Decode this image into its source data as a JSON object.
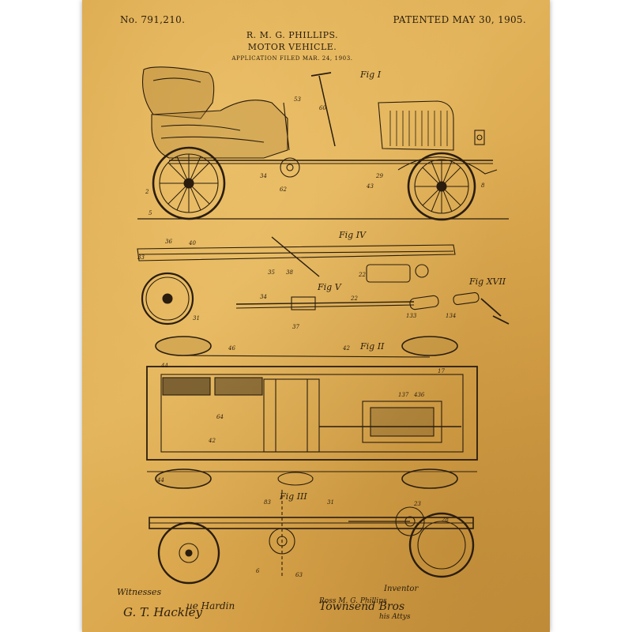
{
  "patent": {
    "number": "No. 791,210.",
    "patented": "PATENTED MAY 30, 1905.",
    "inventor_header": "R. M. G. PHILLIPS.",
    "title": "MOTOR VEHICLE.",
    "filed": "APPLICATION FILED MAR. 24, 1903."
  },
  "figures": {
    "fig1": "Fig I",
    "fig2": "Fig II",
    "fig3": "Fig III",
    "fig4": "Fig IV",
    "fig5": "Fig V",
    "fig17": "Fig XVII"
  },
  "footer": {
    "witnesses_label": "Witnesses",
    "witness_sig_1": "G. T. Hackley",
    "witness_sig_2": "ue Hardin",
    "inventor_label": "Inventor",
    "inventor_name": "Ross M. G. Phillips",
    "attorney_sig": "Townsend Bros",
    "attorney_label": "his Attys"
  },
  "colors": {
    "paper": "#dcaa4e",
    "ink": "#2a1d0e"
  }
}
